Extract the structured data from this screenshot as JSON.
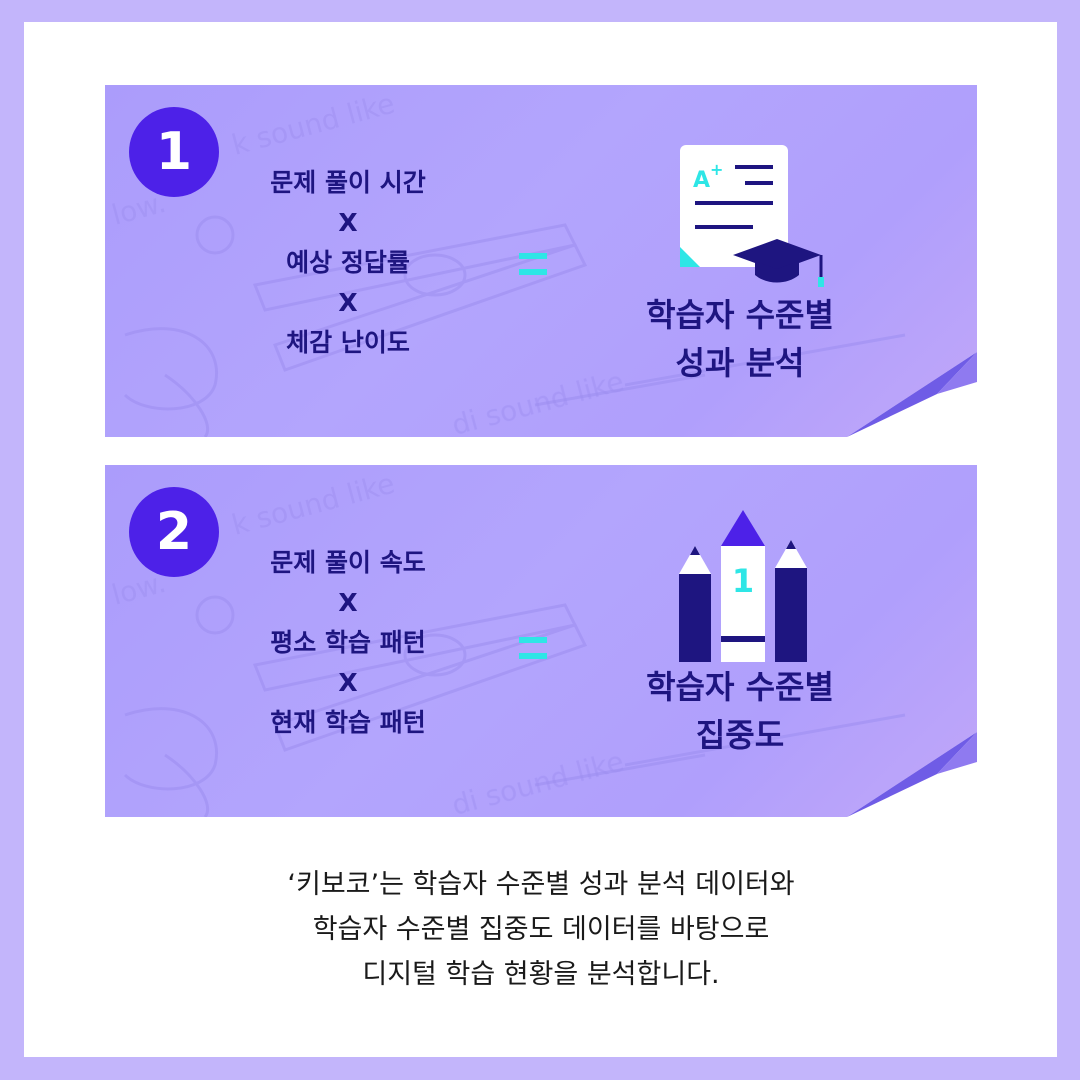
{
  "cards": [
    {
      "number": "1",
      "formula": [
        "문제 풀이 시간",
        "X",
        "예상 정답률",
        "X",
        "체감 난이도"
      ],
      "result": [
        "학습자 수준별",
        "성과 분석"
      ],
      "icon": "graded-paper-graduation-cap-icon",
      "icon_grade": "A",
      "icon_grade_sup": "+"
    },
    {
      "number": "2",
      "formula": [
        "문제 풀이 속도",
        "X",
        "평소 학습 패턴",
        "X",
        "현재 학습 패턴"
      ],
      "result": [
        "학습자 수준별",
        "집중도"
      ],
      "icon": "pencils-ranking-icon",
      "icon_rank": "1"
    }
  ],
  "caption": [
    "‘키보코’는 학습자 수준별 성과 분석 데이터와",
    "학습자 수준별 집중도 데이터를 바탕으로",
    "디지털 학습 현황을 분석합니다."
  ],
  "colors": {
    "background": "#c3b5fb",
    "card": "#b3a5fd",
    "number_circle": "#4d21e8",
    "text_dark": "#1e1580",
    "accent_cyan": "#2ee6e6"
  }
}
